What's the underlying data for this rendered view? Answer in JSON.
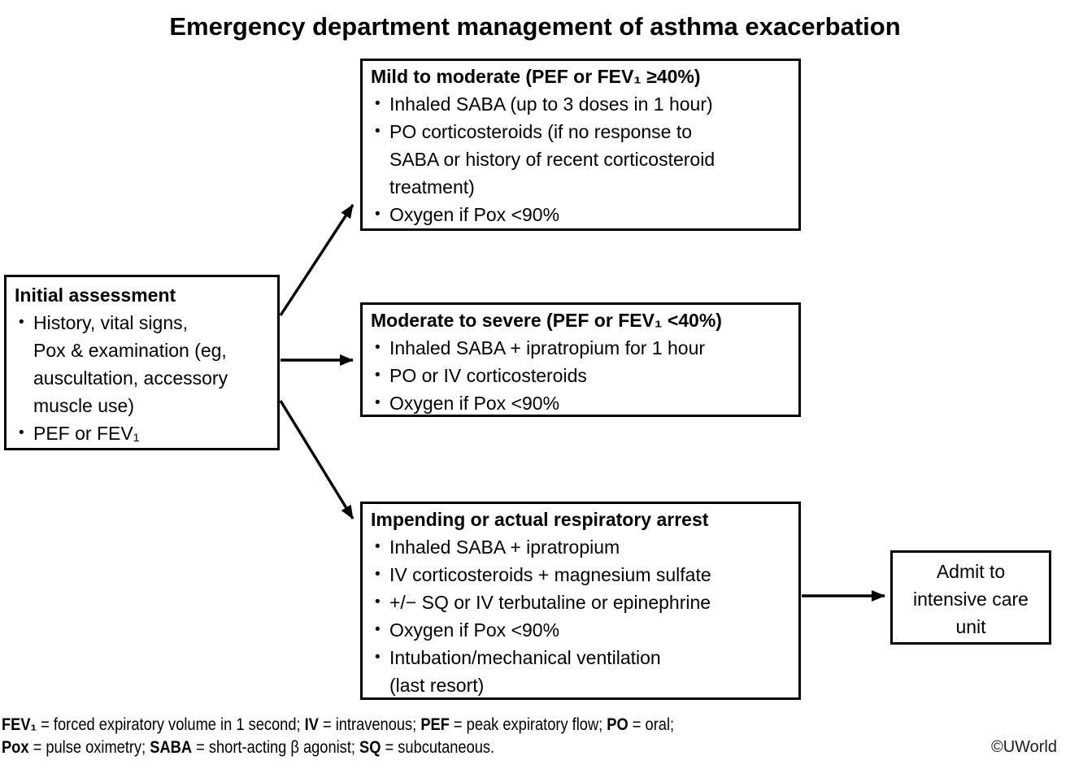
{
  "title": "Emergency department management of asthma exacerbation",
  "colors": {
    "background": "#ffffff",
    "text": "#000000",
    "border": "#000000",
    "arrow": "#000000"
  },
  "boxes": {
    "initial": {
      "header": "Initial assessment",
      "bullets": [
        "History, vital signs,\nPox & examination (eg,\nauscultation, accessory\nmuscle use)",
        "PEF or FEV₁"
      ]
    },
    "mild": {
      "header": "Mild to moderate (PEF or FEV₁ ≥40%)",
      "bullets": [
        "Inhaled SABA (up to 3 doses in 1 hour)",
        "PO corticosteroids (if no response to\nSABA or history of recent corticosteroid\ntreatment)",
        "Oxygen if Pox <90%"
      ]
    },
    "moderate": {
      "header": "Moderate to severe (PEF or FEV₁ <40%)",
      "bullets": [
        "Inhaled SABA + ipratropium for 1 hour",
        "PO or IV corticosteroids",
        "Oxygen if Pox <90%"
      ]
    },
    "arrest": {
      "header": "Impending or actual respiratory arrest",
      "bullets": [
        "Inhaled SABA + ipratropium",
        "IV corticosteroids + magnesium sulfate",
        "+/− SQ or IV terbutaline or epinephrine",
        "Oxygen if Pox <90%",
        "Intubation/mechanical ventilation\n(last resort)"
      ]
    },
    "icu": {
      "text": "Admit to\nintensive care\nunit"
    }
  },
  "footer": {
    "line1": [
      {
        "t": "FEV₁",
        "b": true
      },
      {
        "t": " = forced expiratory volume in 1 second; ",
        "b": false
      },
      {
        "t": "IV",
        "b": true
      },
      {
        "t": " = intravenous; ",
        "b": false
      },
      {
        "t": "PEF",
        "b": true
      },
      {
        "t": " = peak expiratory flow; ",
        "b": false
      },
      {
        "t": "PO",
        "b": true
      },
      {
        "t": " = oral;",
        "b": false
      }
    ],
    "line2": [
      {
        "t": "Pox",
        "b": true
      },
      {
        "t": " = pulse oximetry; ",
        "b": false
      },
      {
        "t": "SABA",
        "b": true
      },
      {
        "t": " = short-acting β agonist; ",
        "b": false
      },
      {
        "t": "SQ",
        "b": true
      },
      {
        "t": " = subcutaneous.",
        "b": false
      }
    ]
  },
  "copyright": "©UWorld"
}
